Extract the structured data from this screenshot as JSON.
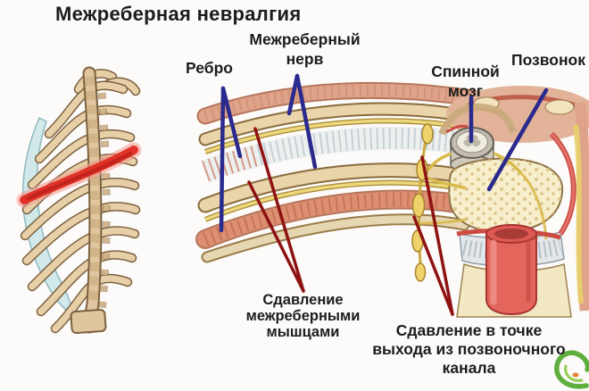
{
  "title": "Межреберная невралгия",
  "labels": {
    "rib": {
      "lines": [
        "Ребро"
      ]
    },
    "intercostal_nerve": {
      "lines": [
        "Межреберный",
        "нерв"
      ]
    },
    "spinal_cord": {
      "lines": [
        "Спинной",
        "мозг"
      ]
    },
    "vertebra": {
      "lines": [
        "Позвонок"
      ]
    },
    "muscle_compression": {
      "lines": [
        "Сдавление",
        "межреберными",
        "мышцами"
      ]
    },
    "canal_compression": {
      "lines": [
        "Сдавление в точке",
        "выхода из позвоночного",
        "канала"
      ]
    }
  },
  "colors": {
    "text": "#1c1c1c",
    "annotation_blue": "#2a2a8e",
    "annotation_red": "#8e1212",
    "highlight_red": "#e03228",
    "logo_green": "#5fae3e"
  },
  "icons": {
    "watermark": "green-leaf-swirl-logo"
  },
  "illustrations": {
    "left": "rib-cage-lateral-view-with-red-highlight",
    "right": "intercostal-space-and-vertebra-cross-section"
  }
}
